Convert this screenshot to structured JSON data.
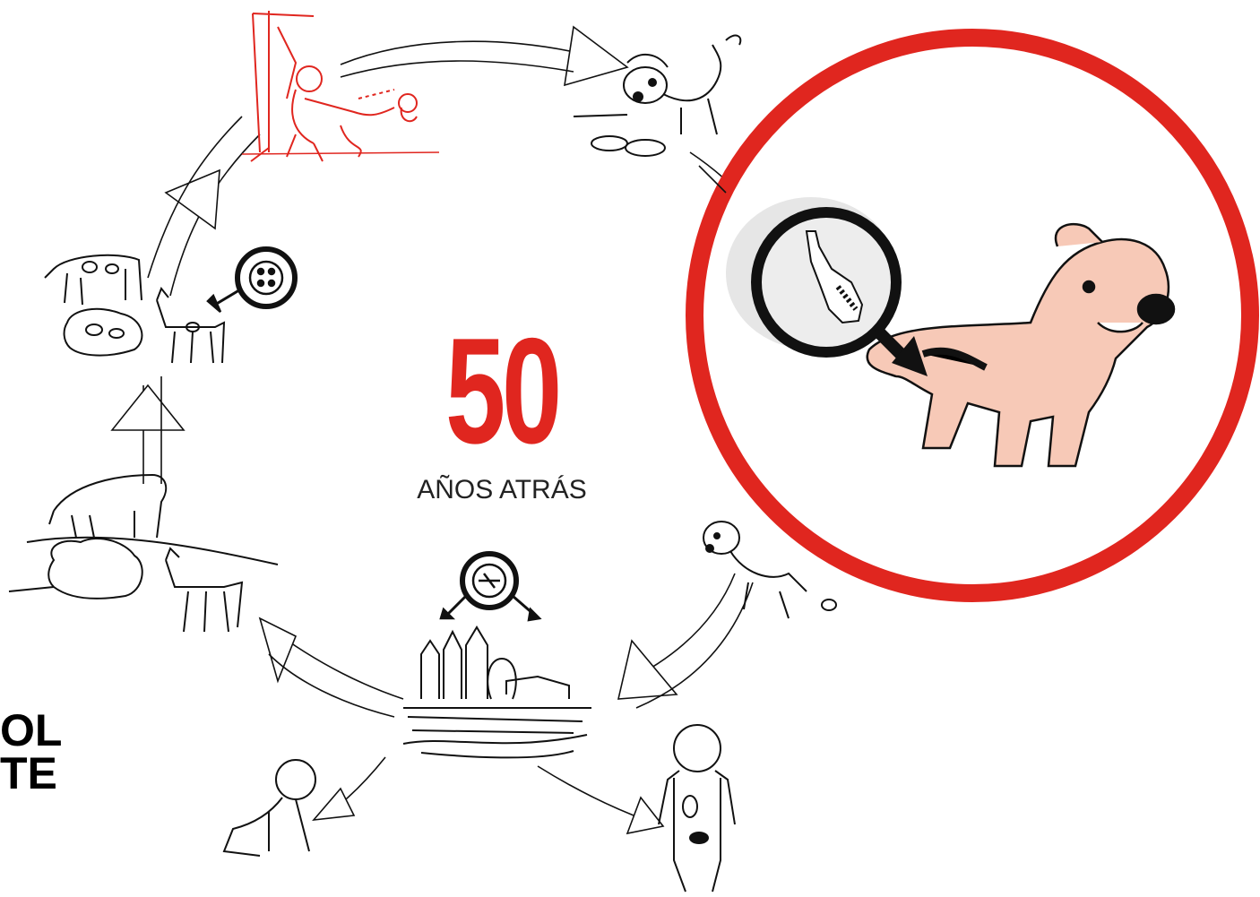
{
  "center": {
    "number": "50",
    "caption": "AÑOS ATRÁS"
  },
  "left_partial_text": {
    "line1": "OL",
    "line2": "TE"
  },
  "colors": {
    "accent_red": "#e0261f",
    "dog_fill": "#f7c9b7",
    "line": "#111111"
  },
  "icons": [
    "hunter-dog-scene-icon",
    "dog-eating-remains-icon",
    "zoomed-infected-dog-icon",
    "tapeworm-magnifier-icon",
    "dog-defecating-icon",
    "contaminated-environment-icon",
    "child-crawling-icon",
    "human-with-cysts-icon",
    "grazing-livestock-icon",
    "livestock-with-cysts-icon",
    "cyst-organ-badge-icon",
    "egg-badge-icon"
  ]
}
